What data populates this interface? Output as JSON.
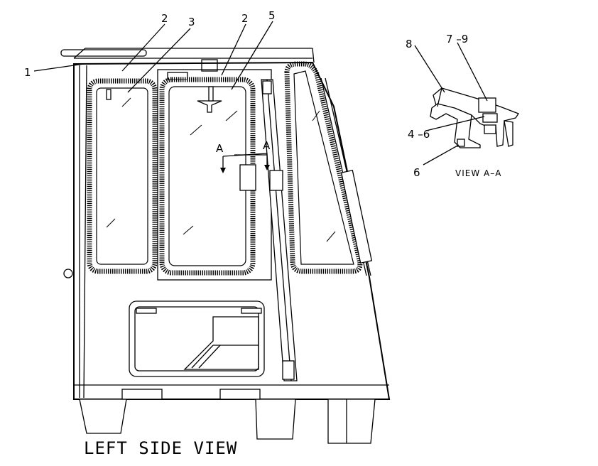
{
  "diagram": {
    "view_title": "LEFT SIDE VIEW",
    "section_title": "VIEW A–A",
    "section_marker": "A",
    "callouts": {
      "c1": "1",
      "c2a": "2",
      "c3": "3",
      "c2b": "2",
      "c5": "5",
      "c8": "8",
      "c7_9": "7 –9",
      "c4_6": "4 –6",
      "c6": "6"
    }
  }
}
